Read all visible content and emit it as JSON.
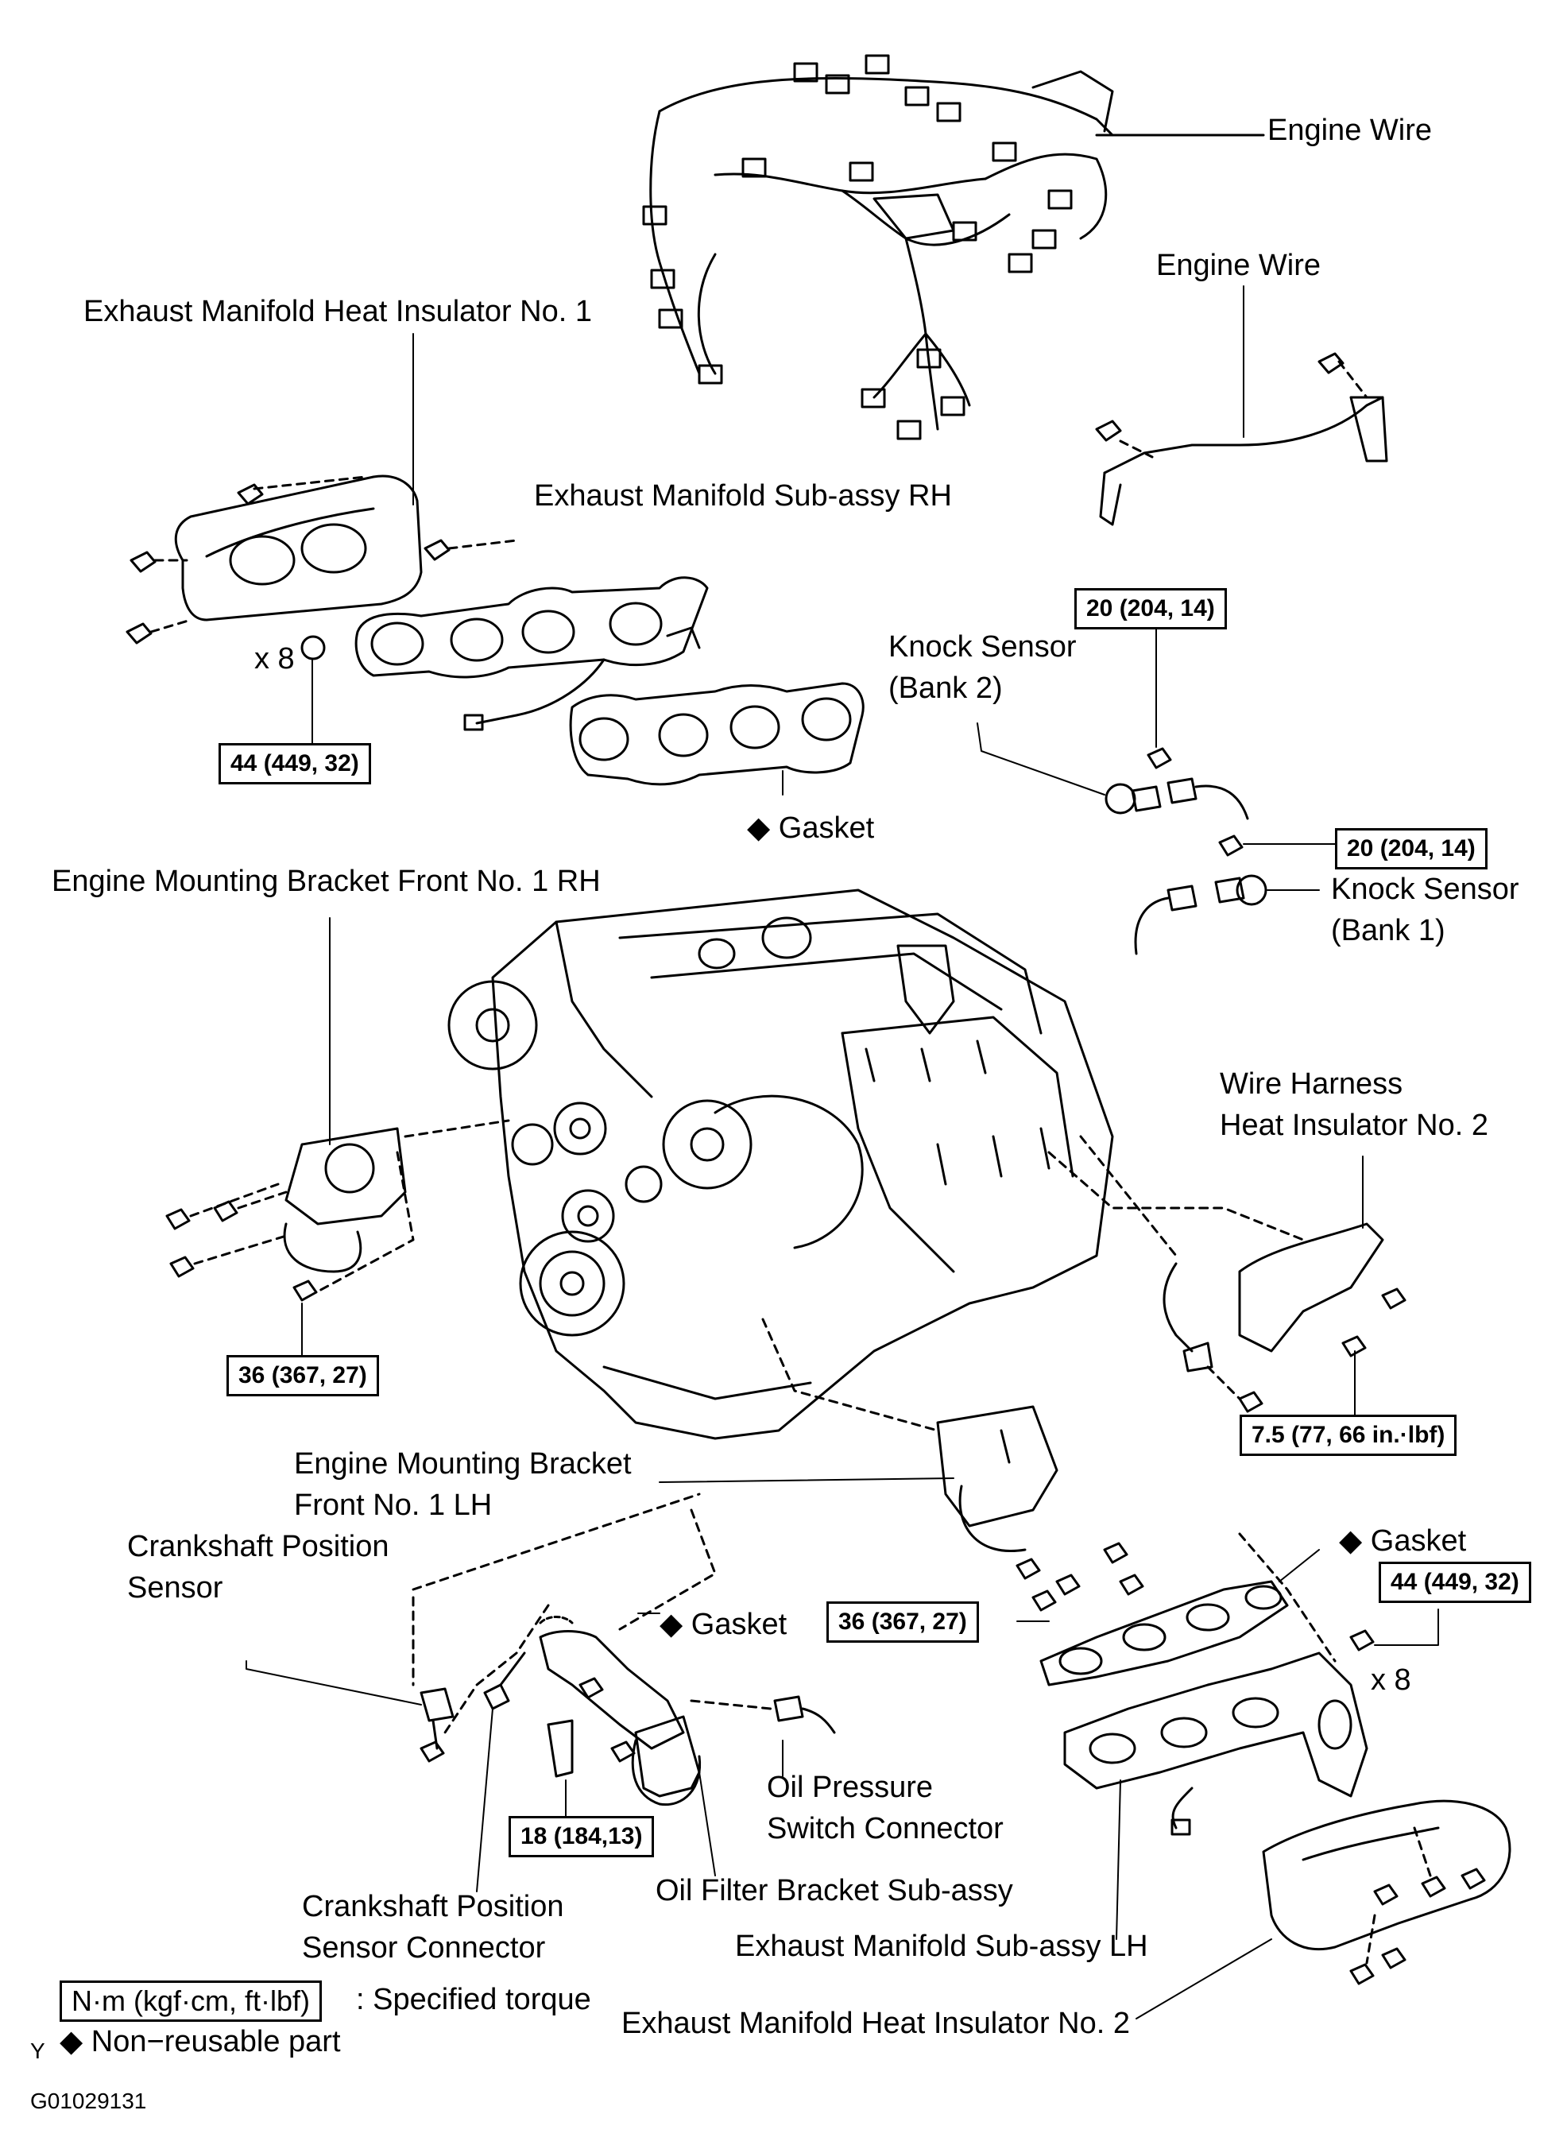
{
  "labels": {
    "engine_wire_1": "Engine Wire",
    "engine_wire_2": "Engine Wire",
    "heat_insulator_1": "Exhaust Manifold Heat Insulator No. 1",
    "manifold_rh": "Exhaust Manifold Sub-assy RH",
    "knock_sensor_bank2_line1": "Knock Sensor",
    "knock_sensor_bank2_line2": "(Bank 2)",
    "gasket_rh": "Gasket",
    "mount_bracket_rh": "Engine Mounting Bracket Front No. 1 RH",
    "knock_sensor_bank1_line1": "Knock Sensor",
    "knock_sensor_bank1_line2": "(Bank 1)",
    "wire_harness_line1": "Wire Harness",
    "wire_harness_line2": "Heat Insulator No. 2",
    "mount_bracket_lh_line1": "Engine Mounting Bracket",
    "mount_bracket_lh_line2": "Front No. 1 LH",
    "crank_sensor_line1": "Crankshaft Position",
    "crank_sensor_line2": "Sensor",
    "gasket_lh": "Gasket",
    "gasket_oil": "Gasket",
    "oil_pressure_line1": "Oil Pressure",
    "oil_pressure_line2": "Switch Connector",
    "crank_connector_line1": "Crankshaft Position",
    "crank_connector_line2": "Sensor Connector",
    "oil_filter_bracket": "Oil Filter Bracket Sub-assy",
    "manifold_lh": "Exhaust Manifold Sub-assy LH",
    "heat_insulator_2": "Exhaust Manifold Heat Insulator No. 2",
    "x8_rh": "x 8",
    "x8_lh": "x 8"
  },
  "torque": {
    "manifold_rh_nuts": "44 (449, 32)",
    "knock_bank2": "20 (204, 14)",
    "knock_bank1": "20 (204, 14)",
    "bracket_rh": "36 (367, 27)",
    "wire_harness_insulator": "7.5 (77, 66 in.·lbf)",
    "bracket_lh": "36 (367, 27)",
    "manifold_lh_nuts": "44 (449, 32)",
    "oil_filter_bracket": "18 (184,13)"
  },
  "legend": {
    "torque_units": "N·m (kgf·cm, ft·lbf)",
    "torque_desc": ": Specified torque",
    "nonreusable": "Non−reusable part",
    "diamond": "◆"
  },
  "figure_id": "G01029131",
  "corner_mark": "Y"
}
